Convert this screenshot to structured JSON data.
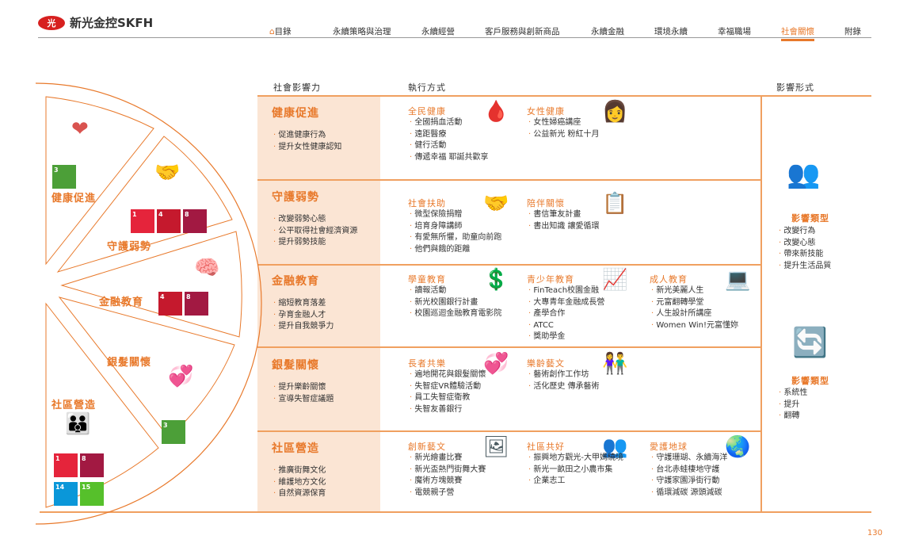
{
  "header": {
    "logo_mark": "光",
    "logo_text": "新光金控SKFH",
    "nav": [
      "目錄",
      "永續策略與治理",
      "永續經營",
      "客戶服務與創新商品",
      "永續金融",
      "環境永續",
      "幸福職場",
      "社會關懷",
      "附錄"
    ],
    "active_nav": "社會關懷"
  },
  "columns": {
    "impact": "社會影響力",
    "method": "執行方式",
    "form": "影響形式"
  },
  "fan": [
    {
      "label": "健康促進",
      "icon": "heart-pulse",
      "sdgs": [
        "3"
      ]
    },
    {
      "label": "守護弱勢",
      "icon": "helping-people",
      "sdgs": [
        "1",
        "4",
        "8"
      ]
    },
    {
      "label": "金融教育",
      "icon": "head-dollar",
      "sdgs": [
        "4",
        "8"
      ]
    },
    {
      "label": "銀髮關懷",
      "icon": "elderly-heart",
      "sdgs": [
        "3"
      ]
    },
    {
      "label": "社區營造",
      "icon": "family",
      "sdgs": [
        "1",
        "8",
        "14",
        "15"
      ]
    }
  ],
  "rows": [
    {
      "title": "健康促進",
      "impacts": [
        "促進健康行為",
        "提升女性健康認知"
      ],
      "groups": [
        {
          "name": "全民健康",
          "icon": "🩸",
          "items": [
            "全國捐血活動",
            "遠距醫療",
            "健行活動",
            "傳遞幸福 耶誕共歡享"
          ]
        },
        {
          "name": "女性健康",
          "icon": "👩",
          "items": [
            "女性婦癌講座",
            "公益新光 粉紅十月"
          ]
        }
      ]
    },
    {
      "title": "守護弱勢",
      "impacts": [
        "改變弱勢心態",
        "公平取得社會經濟資源",
        "提升弱勢技能"
      ],
      "groups": [
        {
          "name": "社會扶助",
          "icon": "🤝",
          "items": [
            "微型保險捐贈",
            "培育身障講師",
            "有愛無所懼，助童向前跑",
            "他們與餓的距離"
          ]
        },
        {
          "name": "陪伴關懷",
          "icon": "📋",
          "items": [
            "書信筆友計畫",
            "書出知識 讓愛循環"
          ]
        }
      ]
    },
    {
      "title": "金融教育",
      "impacts": [
        "縮短教育落差",
        "孕育金融人才",
        "提升自我競爭力"
      ],
      "groups": [
        {
          "name": "學童教育",
          "icon": "💲",
          "items": [
            "讀報活動",
            "新光校園銀行計畫",
            "校園巡迴金融教育電影院"
          ]
        },
        {
          "name": "青少年教育",
          "icon": "📈",
          "items": [
            "FinTeach校園金融",
            "大專青年金融成長營",
            "產學合作",
            "ATCC",
            "獎助學金"
          ]
        },
        {
          "name": "成人教育",
          "icon": "💻",
          "items": [
            "新光美麗人生",
            "元富翻轉學堂",
            "人生設計所講座",
            "Women Win!元富懂妳"
          ]
        }
      ]
    },
    {
      "title": "銀髮關懷",
      "impacts": [
        "提升樂齡關懷",
        "宣導失智症議題"
      ],
      "groups": [
        {
          "name": "長者共樂",
          "icon": "💞",
          "items": [
            "遍地開花與銀髮關懷",
            "失智症VR體驗活動",
            "員工失智症衛教",
            "失智友善銀行"
          ]
        },
        {
          "name": "樂齡藝文",
          "icon": "👫",
          "items": [
            "藝術創作工作坊",
            "活化歷史 傳承藝術"
          ]
        }
      ]
    },
    {
      "title": "社區營造",
      "impacts": [
        "推廣街舞文化",
        "維護地方文化",
        "自然資源保育"
      ],
      "groups": [
        {
          "name": "創新藝文",
          "icon": "🖼",
          "items": [
            "新光繪畫比賽",
            "新光盃熱門街舞大賽",
            "魔術方塊競賽",
            "電競親子營"
          ]
        },
        {
          "name": "社區共好",
          "icon": "👥",
          "items": [
            "振興地方觀光-大甲媽繞境",
            "新光一畝田之小農市集",
            "企業志工"
          ]
        },
        {
          "name": "愛護地球",
          "icon": "🌏",
          "items": [
            "守護珊瑚、永續海洋",
            "台北赤蛙棲地守護",
            "守護家園淨街行動",
            "循環減碳 源頭減碳"
          ]
        }
      ]
    }
  ],
  "impact_forms": [
    {
      "title": "影響類型",
      "items": [
        "改變行為",
        "改變心態",
        "帶來新技能",
        "提升生活品質"
      ]
    },
    {
      "title": "影響類型",
      "items": [
        "系統性",
        "提升",
        "翻轉"
      ]
    }
  ],
  "page_number": "130",
  "colors": {
    "accent": "#e8792b",
    "peach": "#fbe5d4"
  }
}
